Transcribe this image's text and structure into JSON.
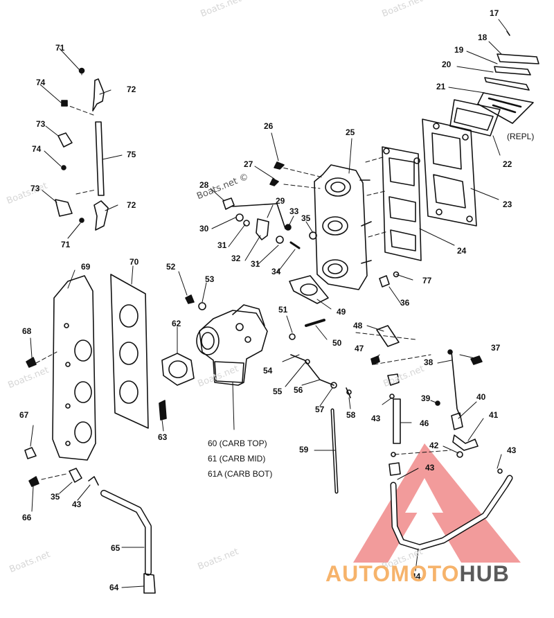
{
  "watermark_text": "Boats.net",
  "watermark_text_c": "Boats.net ©",
  "brand": {
    "auto": "AUTO",
    "moto": "MOTO",
    "hub": "HUB"
  },
  "notes": {
    "carb_top": "60 (CARB TOP)",
    "carb_mid": "61 (CARB MID)",
    "carb_bot": "61A (CARB BOT)",
    "repl": "(REPL)"
  },
  "callouts": [
    {
      "id": "c17",
      "text": "17"
    },
    {
      "id": "c18",
      "text": "18"
    },
    {
      "id": "c19",
      "text": "19"
    },
    {
      "id": "c20",
      "text": "20"
    },
    {
      "id": "c21",
      "text": "21"
    },
    {
      "id": "c22",
      "text": "22"
    },
    {
      "id": "c23",
      "text": "23"
    },
    {
      "id": "c24",
      "text": "24"
    },
    {
      "id": "c25",
      "text": "25"
    },
    {
      "id": "c26",
      "text": "26"
    },
    {
      "id": "c27",
      "text": "27"
    },
    {
      "id": "c28",
      "text": "28"
    },
    {
      "id": "c29",
      "text": "29"
    },
    {
      "id": "c30",
      "text": "30"
    },
    {
      "id": "c31a",
      "text": "31"
    },
    {
      "id": "c31b",
      "text": "31"
    },
    {
      "id": "c32",
      "text": "32"
    },
    {
      "id": "c33",
      "text": "33"
    },
    {
      "id": "c34",
      "text": "34"
    },
    {
      "id": "c35a",
      "text": "35"
    },
    {
      "id": "c35b",
      "text": "35"
    },
    {
      "id": "c36",
      "text": "36"
    },
    {
      "id": "c37",
      "text": "37"
    },
    {
      "id": "c38",
      "text": "38"
    },
    {
      "id": "c39",
      "text": "39"
    },
    {
      "id": "c40",
      "text": "40"
    },
    {
      "id": "c41",
      "text": "41"
    },
    {
      "id": "c42",
      "text": "42"
    },
    {
      "id": "c43a",
      "text": "43"
    },
    {
      "id": "c43b",
      "text": "43"
    },
    {
      "id": "c43c",
      "text": "43"
    },
    {
      "id": "c43d",
      "text": "43"
    },
    {
      "id": "c44",
      "text": "44"
    },
    {
      "id": "c46",
      "text": "46"
    },
    {
      "id": "c47",
      "text": "47"
    },
    {
      "id": "c48",
      "text": "48"
    },
    {
      "id": "c49",
      "text": "49"
    },
    {
      "id": "c50",
      "text": "50"
    },
    {
      "id": "c51",
      "text": "51"
    },
    {
      "id": "c52",
      "text": "52"
    },
    {
      "id": "c53",
      "text": "53"
    },
    {
      "id": "c54",
      "text": "54"
    },
    {
      "id": "c55",
      "text": "55"
    },
    {
      "id": "c56",
      "text": "56"
    },
    {
      "id": "c57",
      "text": "57"
    },
    {
      "id": "c58",
      "text": "58"
    },
    {
      "id": "c59",
      "text": "59"
    },
    {
      "id": "c62",
      "text": "62"
    },
    {
      "id": "c63",
      "text": "63"
    },
    {
      "id": "c64",
      "text": "64"
    },
    {
      "id": "c65",
      "text": "65"
    },
    {
      "id": "c66",
      "text": "66"
    },
    {
      "id": "c67",
      "text": "67"
    },
    {
      "id": "c68",
      "text": "68"
    },
    {
      "id": "c69",
      "text": "69"
    },
    {
      "id": "c70",
      "text": "70"
    },
    {
      "id": "c71a",
      "text": "71"
    },
    {
      "id": "c71b",
      "text": "71"
    },
    {
      "id": "c72a",
      "text": "72"
    },
    {
      "id": "c72b",
      "text": "72"
    },
    {
      "id": "c73a",
      "text": "73"
    },
    {
      "id": "c73b",
      "text": "73"
    },
    {
      "id": "c74a",
      "text": "74"
    },
    {
      "id": "c74b",
      "text": "74"
    },
    {
      "id": "c75",
      "text": "75"
    },
    {
      "id": "c77",
      "text": "77"
    }
  ]
}
